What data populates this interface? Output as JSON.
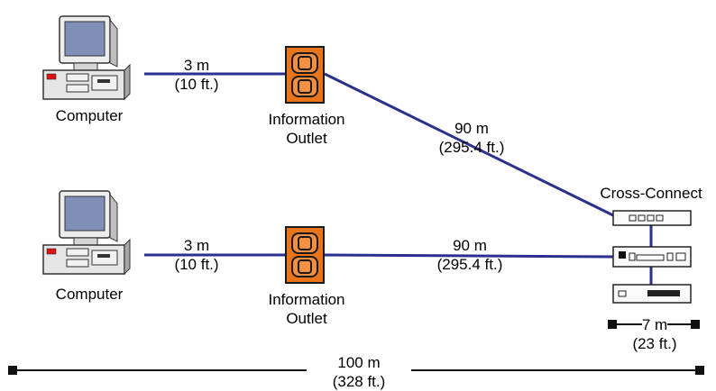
{
  "row1": {
    "computer": "Computer",
    "cable1": {
      "line1": "3 m",
      "line2": "(10 ft.)"
    },
    "outlet": {
      "line1": "Information",
      "line2": "Outlet"
    },
    "cable2": {
      "line1": "90 m",
      "line2": "(295.4 ft.)"
    }
  },
  "row2": {
    "computer": "Computer",
    "cable1": {
      "line1": "3 m",
      "line2": "(10 ft.)"
    },
    "outlet": {
      "line1": "Information",
      "line2": "Outlet"
    },
    "cable2": {
      "line1": "90 m",
      "line2": "(295.4 ft.)"
    }
  },
  "cross_connect": {
    "title": "Cross-Connect",
    "patch": {
      "line1": "7 m",
      "line2": "(23 ft.)"
    }
  },
  "total": {
    "line1": "100 m",
    "line2": "(328 ft.)"
  },
  "colors": {
    "cable": "#2b2f8f",
    "outlet_fill": "#e8751a",
    "outlet_stroke": "#1a1a1a",
    "monitor_screen": "#7f8fb8"
  }
}
